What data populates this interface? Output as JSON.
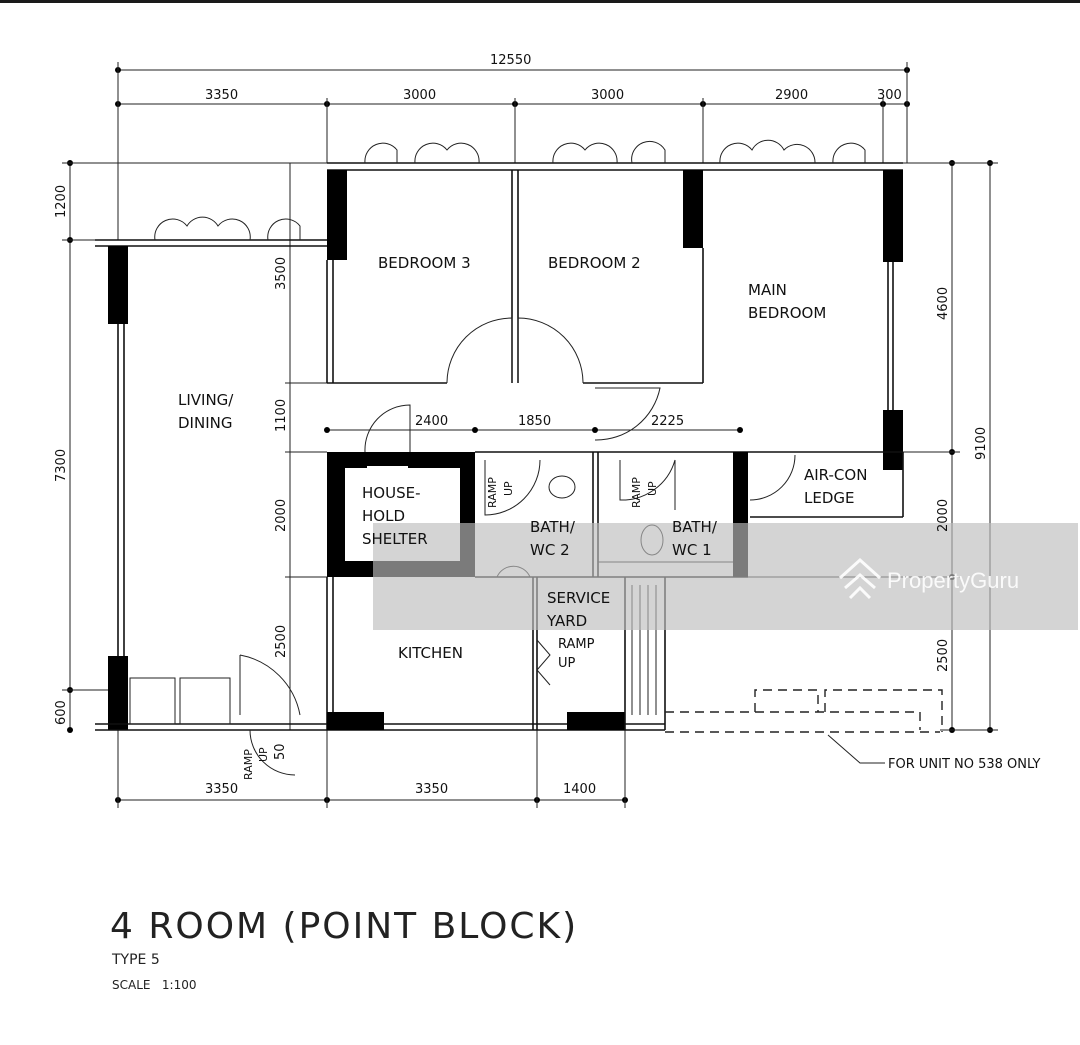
{
  "dimensions": {
    "overall_width": "12550",
    "top": [
      "3350",
      "3000",
      "3000",
      "2900",
      "300"
    ],
    "left_outer": [
      "1200",
      "7300",
      "600"
    ],
    "left_inner": [
      "3500",
      "1100",
      "2000",
      "2500"
    ],
    "right_inner": [
      "4600",
      "2000",
      "2500"
    ],
    "right_outer": "9100",
    "middle": [
      "2400",
      "1850",
      "2225"
    ],
    "bottom": [
      "3350",
      "3350",
      "1400"
    ],
    "ramp_entry": "50"
  },
  "rooms": {
    "bedroom3": "BEDROOM 3",
    "bedroom2": "BEDROOM 2",
    "main_bedroom": [
      "MAIN",
      "BEDROOM"
    ],
    "living_dining": [
      "LIVING/",
      "DINING"
    ],
    "shelter": [
      "HOUSE-",
      "HOLD",
      "SHELTER"
    ],
    "bath2": [
      "BATH/",
      "WC 2"
    ],
    "bath1": [
      "BATH/",
      "WC 1"
    ],
    "aircon": [
      "AIR-CON",
      "LEDGE"
    ],
    "service_yard": [
      "SERVICE",
      "YARD"
    ],
    "kitchen": "KITCHEN",
    "ramp": [
      "RAMP",
      "UP"
    ]
  },
  "note": "FOR UNIT NO 538 ONLY",
  "title": {
    "main": "4 ROOM (POINT BLOCK)",
    "type": "TYPE 5",
    "scale": "SCALE   1:100"
  },
  "watermark": {
    "brand": "PropertyGuru",
    "overlay_color": "#c8c8c8"
  }
}
